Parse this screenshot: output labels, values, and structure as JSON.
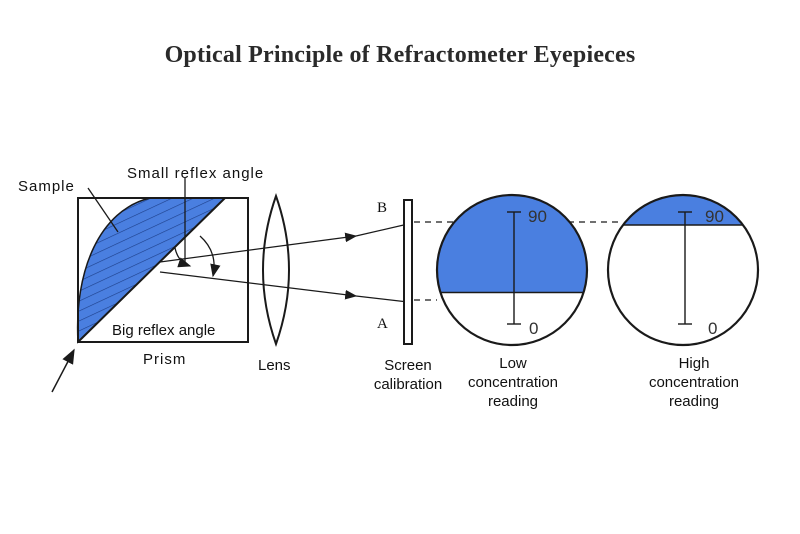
{
  "title": "Optical Principle of Refractometer Eyepieces",
  "labels": {
    "sample": "Sample",
    "small_reflex_angle": "Small reflex angle",
    "big_reflex_angle": "Big reflex angle",
    "prism": "Prism",
    "lens": "Lens",
    "point_b": "B",
    "point_a": "A",
    "screen_line1": "Screen",
    "screen_line2": "calibration",
    "low_line1": "Low",
    "low_line2": "concentration",
    "low_line3": "reading",
    "high_line1": "High",
    "high_line2": "concentration",
    "high_line3": "reading"
  },
  "scale": {
    "top": "90",
    "bottom": "0"
  },
  "readings": {
    "low_fill_fraction": 0.65,
    "high_fill_fraction": 0.2
  },
  "colors": {
    "blue": "#4a7fe0",
    "line": "#1a1a1a",
    "text": "#111111"
  }
}
